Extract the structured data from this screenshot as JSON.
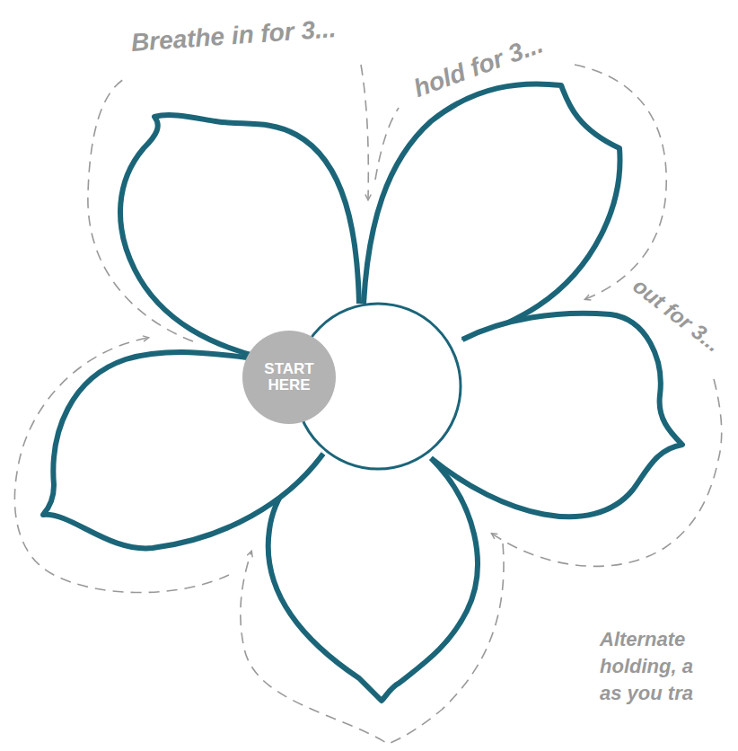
{
  "diagram": {
    "nodes": [
      {
        "text": [
          "START HERE"
        ]
      }
    ],
    "labels": [
      "Breathe in for 3...",
      "hold for 3...",
      "out for 3...",
      "Alternate",
      "holding, a",
      "as you tra"
    ]
  }
}
